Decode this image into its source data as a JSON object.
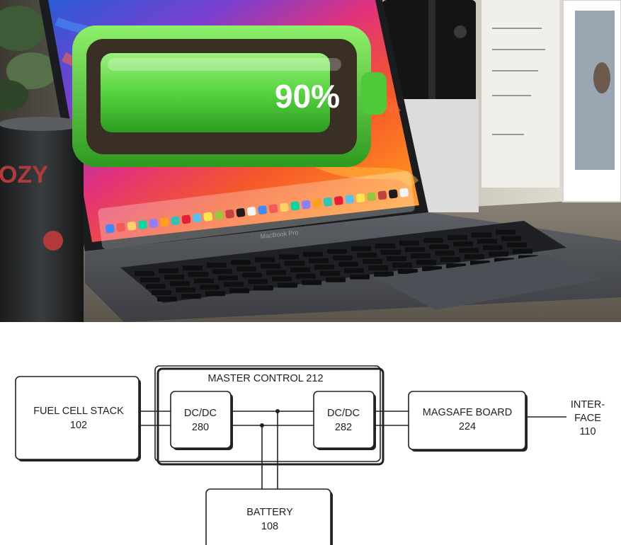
{
  "photo": {
    "battery_indicator": {
      "percent_label": "90%",
      "level": 0.9,
      "fill_color": "#56d43f"
    },
    "laptop_branding": "MacBook Pro",
    "tin_can_text": "OZY"
  },
  "diagram": {
    "blocks": {
      "fuel_cell_stack": {
        "name": "FUEL CELL STACK",
        "ref": "102"
      },
      "master_control": {
        "name": "MASTER CONTROL 212"
      },
      "dcdc_280": {
        "name": "DC/DC",
        "ref": "280"
      },
      "dcdc_282": {
        "name": "DC/DC",
        "ref": "282"
      },
      "magsafe_board": {
        "name": "MAGSAFE BOARD",
        "ref": "224"
      },
      "interface": {
        "line1": "INTER-",
        "line2": "FACE",
        "ref": "110"
      },
      "battery": {
        "name": "BATTERY",
        "ref": "108"
      }
    }
  }
}
